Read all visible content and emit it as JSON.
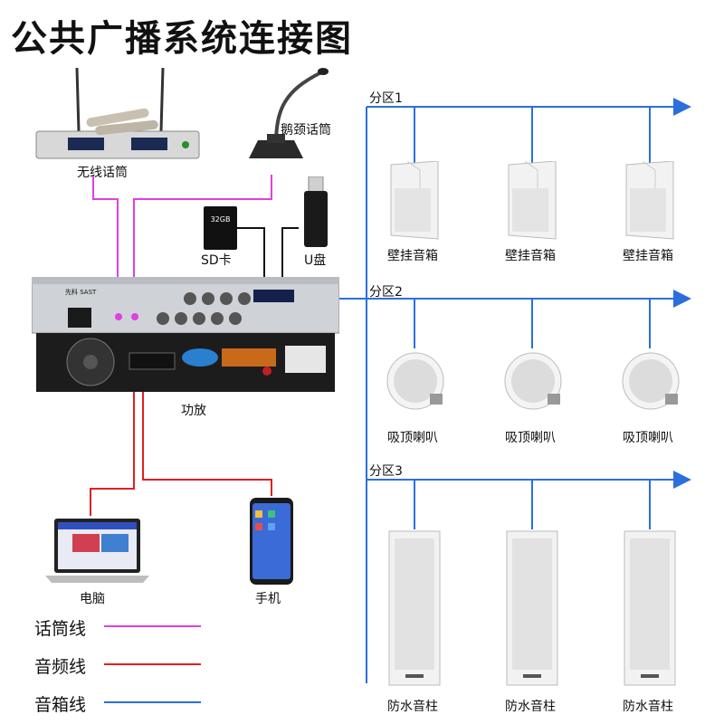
{
  "title": "公共广播系统连接图",
  "zones": [
    {
      "label": "分区1",
      "speaker_label": "壁挂音箱",
      "speaker_type": "wall-speaker"
    },
    {
      "label": "分区2",
      "speaker_label": "吸顶喇叭",
      "speaker_type": "ceiling-speaker"
    },
    {
      "label": "分区3",
      "speaker_label": "防水音柱",
      "speaker_type": "column-speaker"
    }
  ],
  "devices": {
    "wireless_mic": "无线话筒",
    "gooseneck_mic": "鹅颈话筒",
    "sd_card": "SD卡",
    "sd_card_text": "32GB",
    "usb_drive": "U盘",
    "amplifier": "功放",
    "amplifier_brand": "先科 SAST",
    "computer": "电脑",
    "phone": "手机"
  },
  "legend": [
    {
      "label": "话筒线",
      "color": "#e040e0"
    },
    {
      "label": "音频线",
      "color": "#e02020"
    },
    {
      "label": "音箱线",
      "color": "#2a6fdc"
    }
  ],
  "colors": {
    "mic_line": "#e040e0",
    "audio_line": "#e02020",
    "speaker_line": "#2a6fdc"
  }
}
